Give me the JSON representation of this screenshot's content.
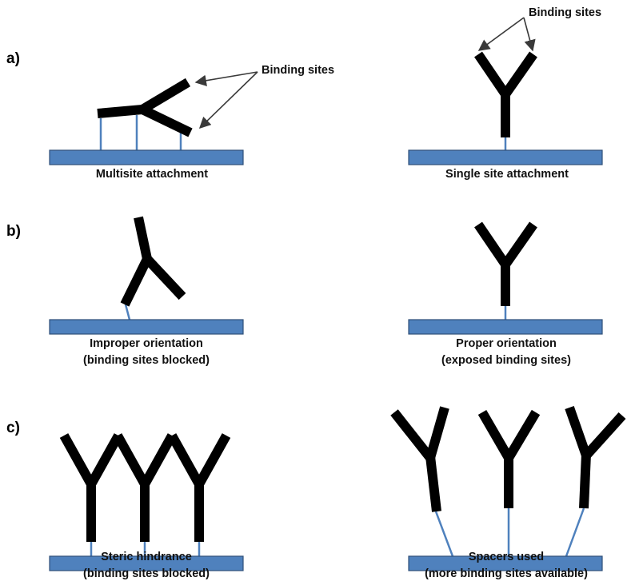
{
  "panels": {
    "a": {
      "label": "a)",
      "left_caption": "Multisite attachment",
      "right_caption": "Single site attachment",
      "left_annotation": "Binding sites",
      "right_annotation": "Binding sites"
    },
    "b": {
      "label": "b)",
      "left_caption_line1": "Improper orientation",
      "left_caption_line2": "(binding sites blocked)",
      "right_caption_line1": "Proper orientation",
      "right_caption_line2": "(exposed binding sites)"
    },
    "c": {
      "label": "c)",
      "left_caption_line1": "Steric hindrance",
      "left_caption_line2": "(binding sites blocked)",
      "right_caption_line1": "Spacers used",
      "right_caption_line2": "(more binding sites available)"
    }
  },
  "colors": {
    "surface": "#4f81bd",
    "linker": "#4f81bd",
    "antibody": "#000000",
    "arrow": "#3a3a3a"
  },
  "icons": {
    "antibody": "y-shaped-antibody",
    "surface": "blue-substrate-bar"
  }
}
